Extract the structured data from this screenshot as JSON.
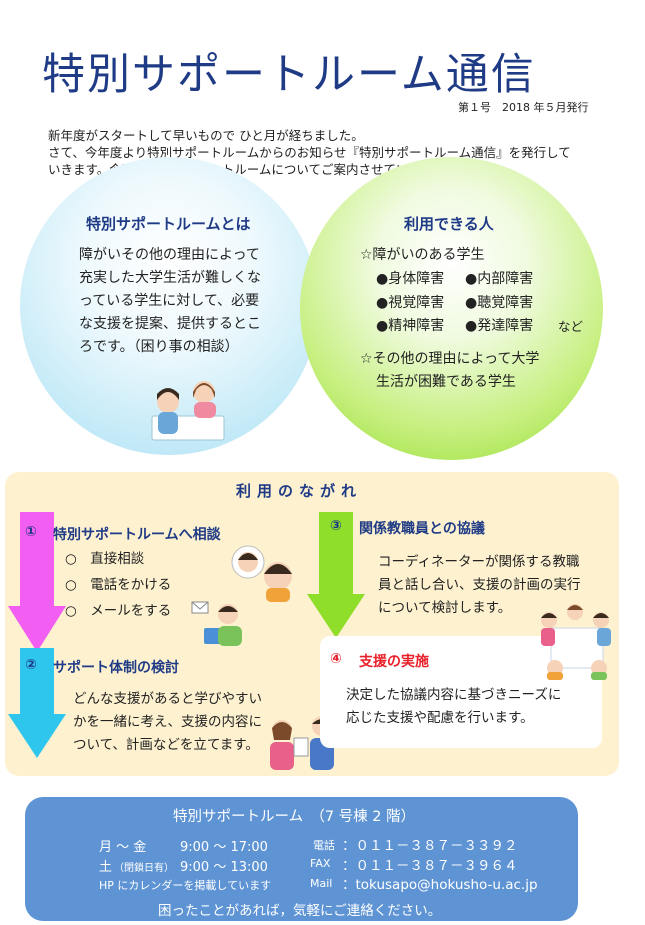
{
  "header": {
    "title": "特別サポートルーム通信",
    "issue": "第１号　2018 年５月発行"
  },
  "intro": {
    "lines": [
      "新年度がスタートして早いもので ひと月が経ちました。",
      "さて、今年度より特別サポートルームからのお知らせ『特別サポートルーム通信』を発行して",
      "いきます。今回は、特別サポートルームについてご案内させていただきます。"
    ]
  },
  "about": {
    "title": "特別サポートルームとは",
    "lines": [
      "障がいその他の理由によって",
      "充実した大学生活が難しくな",
      "っている学生に対して、必要",
      "な支援を提案、提供するとこ",
      "ろです。（困り事の相談）"
    ]
  },
  "users": {
    "title": "利用できる人",
    "item1": "☆障がいのある学生",
    "types": [
      [
        "●身体障害",
        "●内部障害"
      ],
      [
        "●視覚障害",
        "●聴覚障害"
      ],
      [
        "●精神障害",
        "●発達障害"
      ]
    ],
    "etc": "など",
    "item2_line1": "☆その他の理由によって大学",
    "item2_line2": "生活が困難である学生"
  },
  "flow": {
    "title": "利用のながれ",
    "step1": {
      "num": "①",
      "title": "特別サポートルームへ相談",
      "methods": [
        "○　直接相談",
        "○　電話をかける",
        "○　メールをする"
      ]
    },
    "step2": {
      "num": "②",
      "title": "サポート体制の検討",
      "lines": [
        "どんな支援があると学びやすい",
        "かを一緒に考え、支援の内容に",
        "ついて、計画などを立てます。"
      ]
    },
    "step3": {
      "num": "③",
      "title": "関係教職員との協議",
      "lines": [
        "コーディネーターが関係する教職",
        "員と話し合い、支援の計画の実行",
        "について検討します。"
      ]
    },
    "step4": {
      "num": "④",
      "title": "支援の実施",
      "lines": [
        "決定した協議内容に基づきニーズに",
        "応じた支援や配慮を行います。"
      ]
    }
  },
  "contact": {
    "name": "特別サポートルーム　（7 号棟 2 階）",
    "weekday_label": "月 ～ 金",
    "weekday_hours": "9:00 ～ 17:00",
    "sat_label": "土",
    "sat_note": "（閉鎖日有）",
    "sat_hours": "9:00 ～ 13:00",
    "calendar_note": "HP にカレンダーを掲載しています",
    "tel_label": "電話",
    "tel": "：０１１－３８７－３３９２",
    "fax_label": "FAX",
    "fax": "：０１１－３８７－３９６４",
    "mail_label": "Mail",
    "mail": "：tokusapo@hokusho-u.ac.jp",
    "closing": "困ったことがあれば，気軽にご連絡ください。"
  },
  "colors": {
    "title": "#1f3b86",
    "arrow1": "#f25ef1",
    "arrow2": "#2fc6ee",
    "arrow3": "#8fde2a",
    "step_num_red": "#e8202a",
    "flow_bg": "#fdf1cf",
    "footer_bg": "#5f94d4"
  }
}
